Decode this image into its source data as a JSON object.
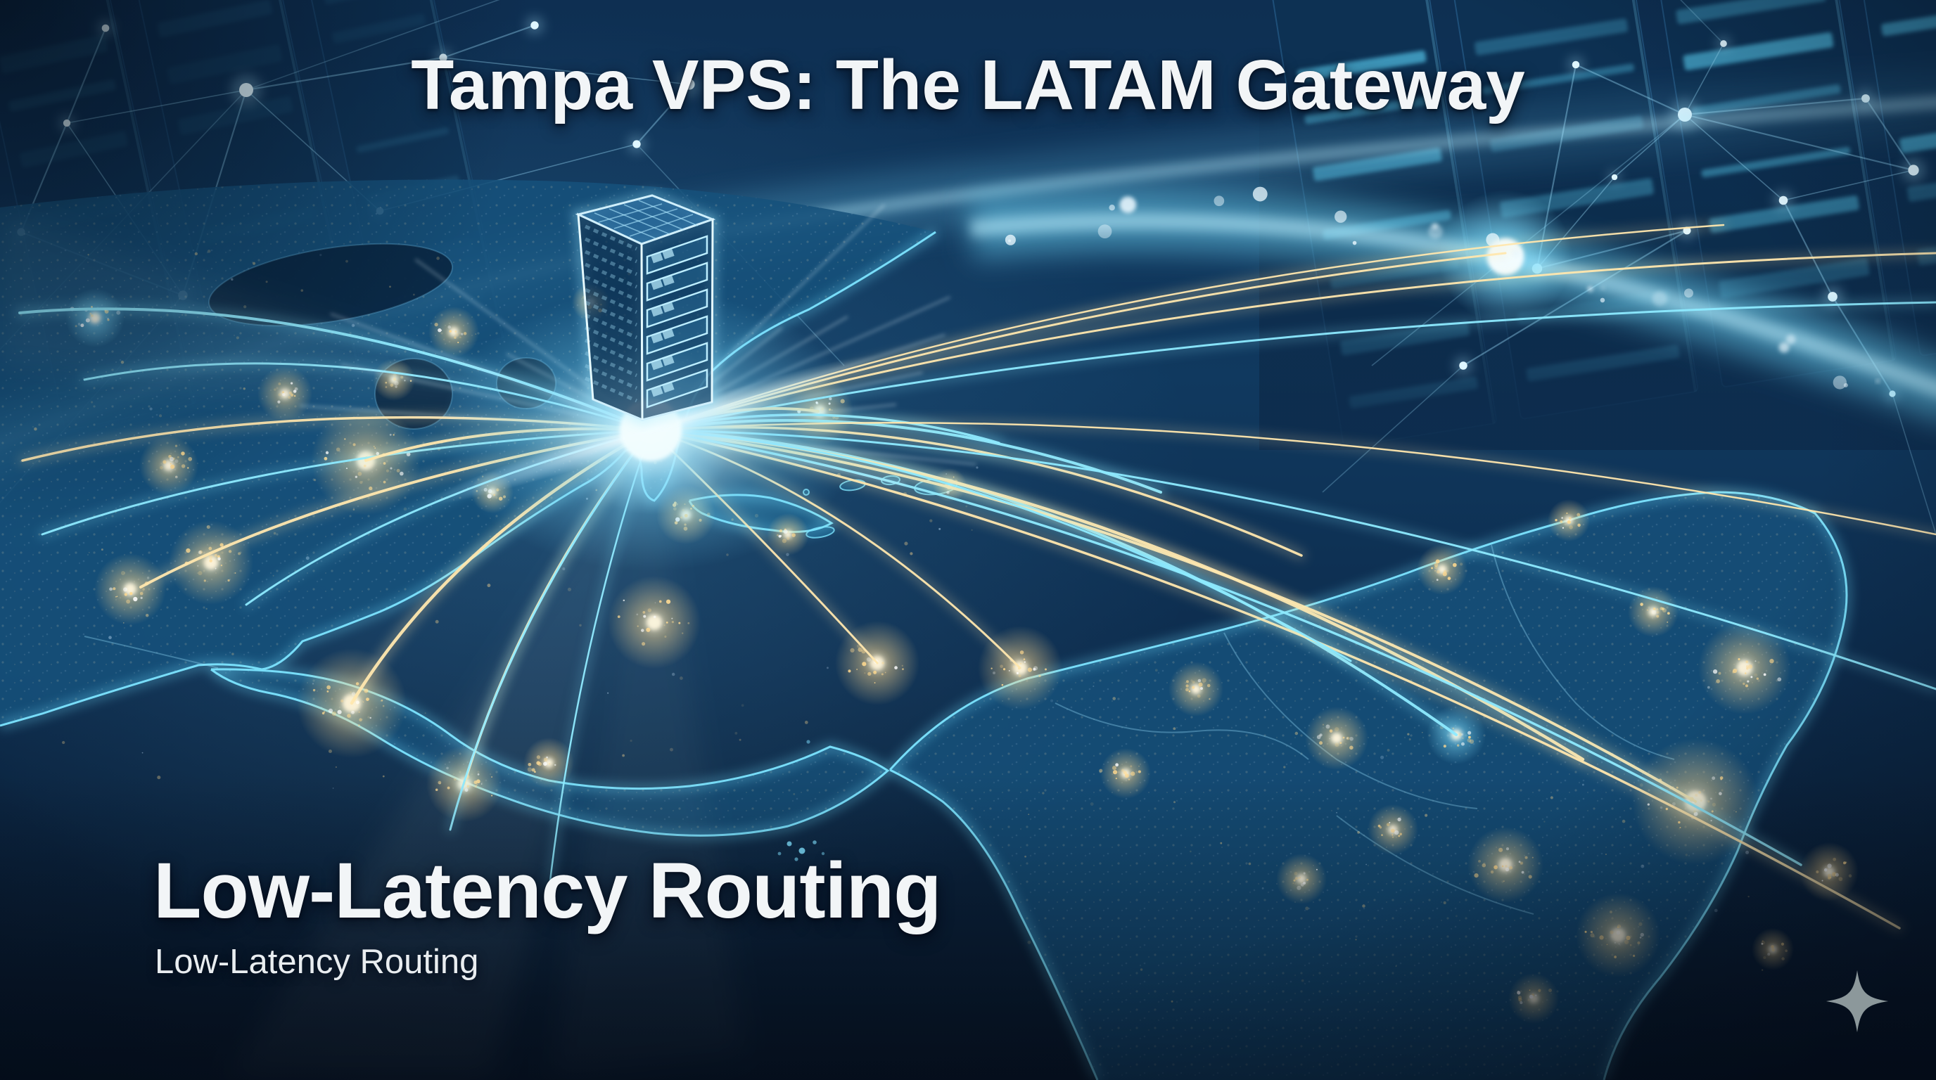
{
  "page": {
    "kind": "hero-marketing-graphic"
  },
  "title": {
    "text": "Tampa VPS: The LATAM Gateway"
  },
  "footer": {
    "heading": "Low-Latency Routing",
    "subheading": "Low-Latency Routing"
  },
  "branding": {
    "sparkle_icon": "four-point-star"
  },
  "colors": {
    "background": "#081728",
    "ocean_top": "#0e2f52",
    "ocean_mid": "#10395f",
    "ocean_deep": "#081728",
    "land": "#16517b",
    "coast": "#7ce4ff",
    "arc_cyan": "#8deaff",
    "arc_gold": "#ffe7ae",
    "city_glow": "#ffd98f",
    "server_glow": "#bfeeff",
    "rack_panel": "#0d3154",
    "rack_slat": "#58cdf2",
    "plexus_line": "rgba(160,225,255,0.38)",
    "title_text": "#f2f5f7",
    "sparkle": "#98a4a6"
  }
}
